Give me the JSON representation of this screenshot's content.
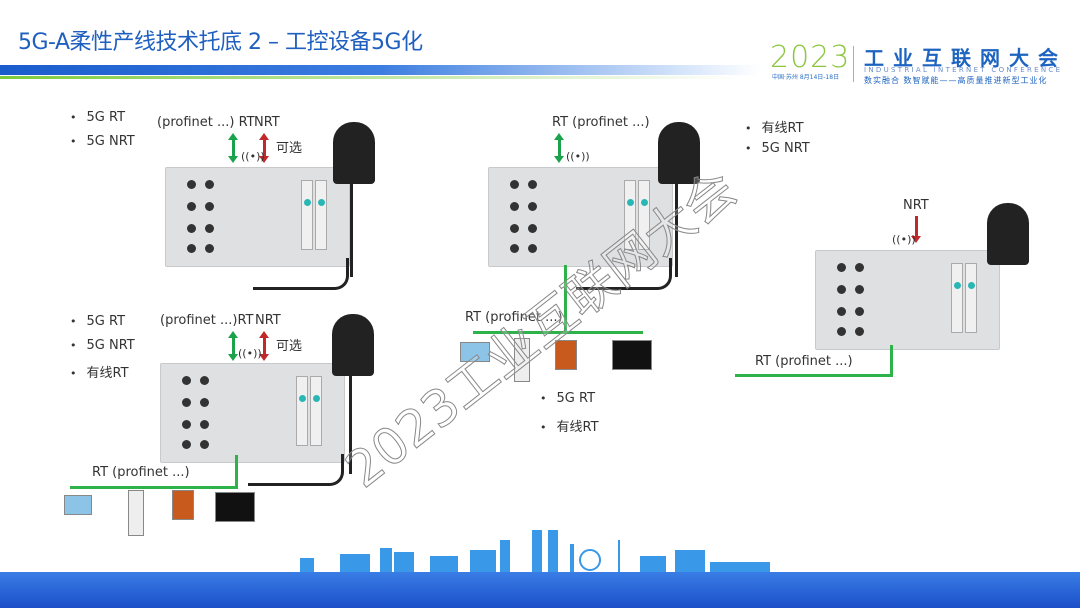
{
  "title": "5G-A柔性产线技术托底 2 – 工控设备5G化",
  "logo": {
    "year": "2023",
    "location_date": "中国·苏州 8月14日-18日",
    "name_cn": "工业互联网大会",
    "name_en": "INDUSTRIAL INTERNET CONFERENCE",
    "slogan": "数实融合 数智赋能——高质量推进新型工业化"
  },
  "watermark": "2023工业互联网大会",
  "scenario_top_left": {
    "bullets": [
      "5G RT",
      "5G NRT"
    ],
    "rt_label": "(profinet ...) RT",
    "nrt_label": "NRT",
    "optional": "可选"
  },
  "scenario_bottom_left": {
    "bullets": [
      "5G RT",
      "5G NRT",
      "有线RT"
    ],
    "rt_label": "(profinet ...)RT",
    "nrt_label": "NRT",
    "optional": "可选",
    "bus_label": "RT (profinet ...)"
  },
  "scenario_middle": {
    "rt_label": "RT (profinet ...)",
    "bullets_top": [
      "有线RT",
      "5G NRT"
    ],
    "bus_label": "RT (profinet ...)",
    "bullets_bottom": [
      "5G RT",
      "有线RT"
    ]
  },
  "scenario_right": {
    "nrt_label": "NRT",
    "rt_label": "RT (profinet ...)"
  },
  "colors": {
    "title": "#1f5fbf",
    "rt_arrow": "#1aa34a",
    "nrt_arrow": "#c0282a",
    "bus": "#2db34a"
  },
  "icons": [
    "wifi-icon",
    "antenna-icon",
    "plc-device-icon"
  ]
}
